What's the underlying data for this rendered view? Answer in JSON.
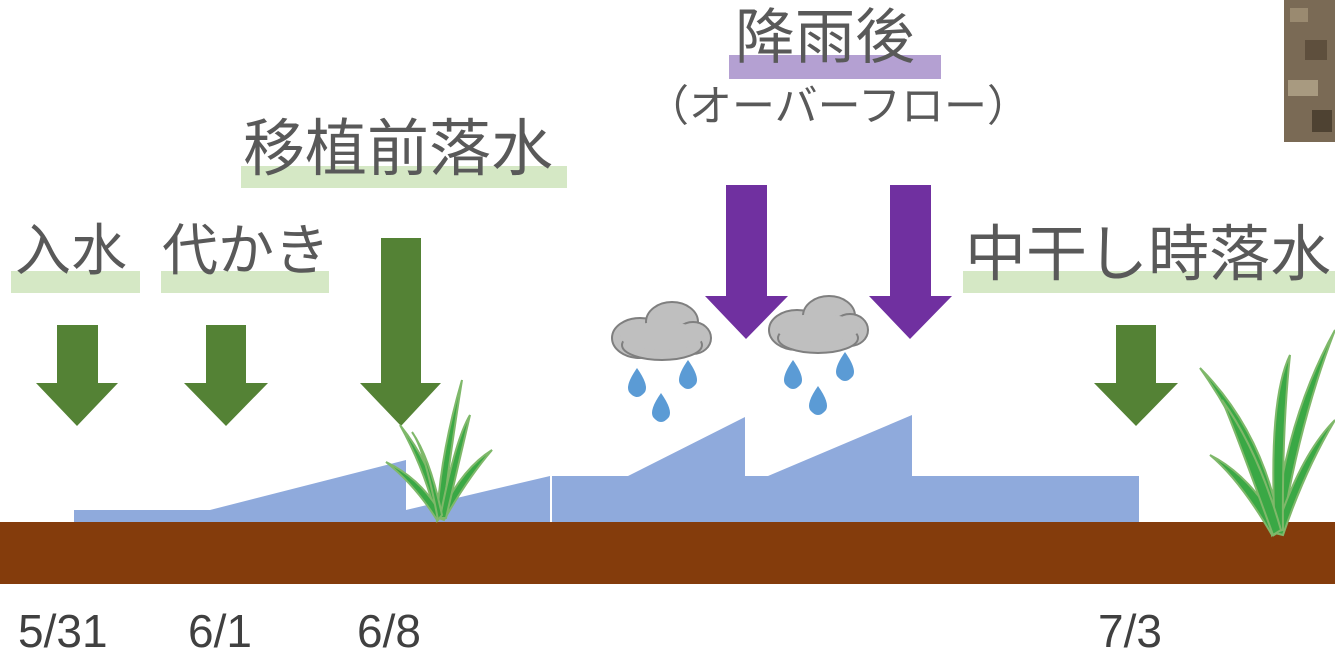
{
  "labels": {
    "irrigation": "入水",
    "puddling": "代かき",
    "pre_transplant_drain": "移植前落水",
    "after_rain": "降雨後",
    "overflow": "（オーバーフロー）",
    "mid_drying_drain": "中干し時落水"
  },
  "dates": [
    "5/31",
    "6/1",
    "6/8",
    "7/3"
  ],
  "colors": {
    "green_arrow": "#548235",
    "purple_arrow": "#7030a0",
    "water": "#8faadc",
    "soil": "#843c0c",
    "green_highlight": "#d5e8c5",
    "purple_highlight": "#b4a0d2",
    "text": "#595959"
  }
}
